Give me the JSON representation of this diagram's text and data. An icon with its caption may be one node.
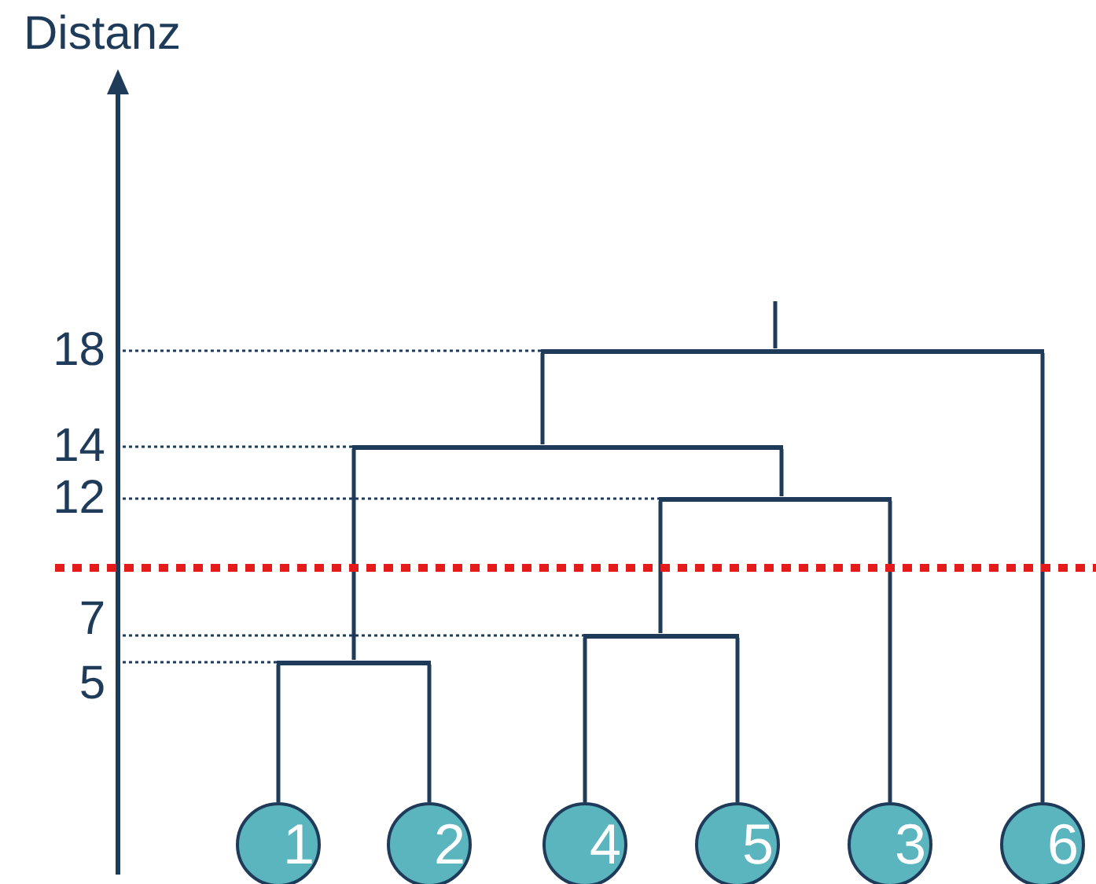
{
  "diagram": {
    "title": "Distanz",
    "nodes": [
      {
        "text": [
          "1"
        ]
      },
      {
        "text": [
          "2"
        ]
      },
      {
        "text": [
          "4"
        ]
      },
      {
        "text": [
          "5"
        ]
      },
      {
        "text": [
          "3"
        ]
      },
      {
        "text": [
          "6"
        ]
      },
      {
        "text": [],
        "shape": "bar"
      },
      {
        "text": [],
        "shape": "bar"
      },
      {
        "text": [],
        "shape": "bar"
      },
      {
        "text": [],
        "shape": "bar"
      },
      {
        "text": [],
        "shape": "bar"
      }
    ],
    "edges": [
      {
        "from": 0,
        "to": 6,
        "arrow": "none"
      },
      {
        "from": 1,
        "to": 6,
        "arrow": "none"
      },
      {
        "from": 2,
        "to": 7,
        "arrow": "none"
      },
      {
        "from": 3,
        "to": 7,
        "arrow": "none"
      },
      {
        "from": 7,
        "to": 8,
        "arrow": "none"
      },
      {
        "from": 4,
        "to": 8,
        "arrow": "none"
      },
      {
        "from": 6,
        "to": 9,
        "arrow": "none"
      },
      {
        "from": 8,
        "to": 9,
        "arrow": "none"
      },
      {
        "from": 9,
        "to": 10,
        "arrow": "none"
      },
      {
        "from": 5,
        "to": 10,
        "arrow": "none"
      },
      {
        "from": 10,
        "to": null,
        "arrow": "none"
      }
    ],
    "labels": [
      "18",
      "14",
      "12",
      "7",
      "5"
    ]
  }
}
